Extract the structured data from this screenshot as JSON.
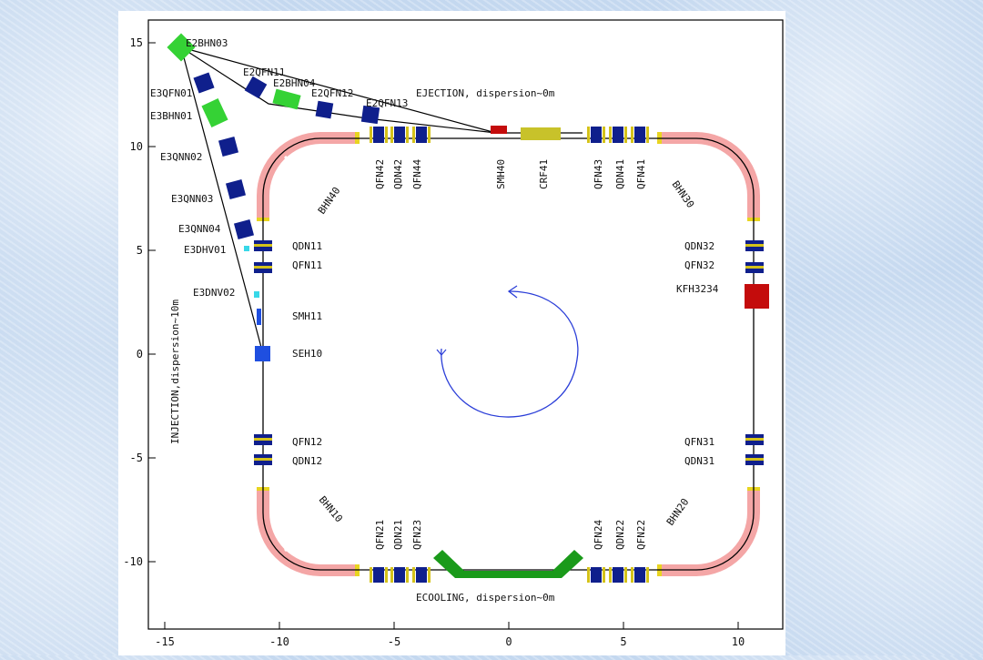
{
  "colors": {
    "dipole": "#f4a6a6",
    "dipole_end": "#e8d420",
    "quad": "#0f1f8c",
    "quad_band": "#d4c21a",
    "kicker": "#c40c0c",
    "cavity": "#c8c22a",
    "septum": "#1f4fe0",
    "cooler": "#1a9a1a",
    "transfer_dipole": "#35d235",
    "corrector": "#38d8e8",
    "rotation_arrow": "#2b3ed8",
    "beamline": "#000000"
  },
  "axes": {
    "x_ticks": [
      "-15",
      "-10",
      "-5",
      "0",
      "5",
      "10"
    ],
    "y_ticks": [
      "15",
      "10",
      "5",
      "0",
      "-5",
      "-10"
    ]
  },
  "annotations": {
    "injection": "INJECTION,dispersion~10m",
    "ejection": "EJECTION, dispersion~0m",
    "ecooling": "ECOOLING, dispersion~0m"
  },
  "labels": {
    "e2bhn03": "E2BHN03",
    "e2qfn11": "E2QFN11",
    "e2bhn04": "E2BHN04",
    "e2qfn12": "E2QFN12",
    "e2qfn13": "E2QFN13",
    "e3qfn01": "E3QFN01",
    "e3bhn01": "E3BHN01",
    "e3qnn02": "E3QNN02",
    "e3qnn03": "E3QNN03",
    "e3qnn04": "E3QNN04",
    "e3dhv01": "E3DHV01",
    "e3dnv02": "E3DNV02",
    "qdn11": "QDN11",
    "qfn11": "QFN11",
    "smh11": "SMH11",
    "seh10": "SEH10",
    "qfn12": "QFN12",
    "qdn12": "QDN12",
    "qdn32": "QDN32",
    "qfn32": "QFN32",
    "kfh3234": "KFH3234",
    "qfn31": "QFN31",
    "qdn31": "QDN31",
    "bhn40": "BHN40",
    "bhn30": "BHN30",
    "bhn10": "BHN10",
    "bhn20": "BHN20",
    "qfn42": "QFN42",
    "qdn42": "QDN42",
    "qfn44": "QFN44",
    "smh40": "SMH40",
    "crf41": "CRF41",
    "qfn43": "QFN43",
    "qdn41": "QDN41",
    "qfn41": "QFN41",
    "qfn21": "QFN21",
    "qdn21": "QDN21",
    "qfn23": "QFN23",
    "qfn24": "QFN24",
    "qdn22": "QDN22",
    "qfn22": "QFN22"
  }
}
